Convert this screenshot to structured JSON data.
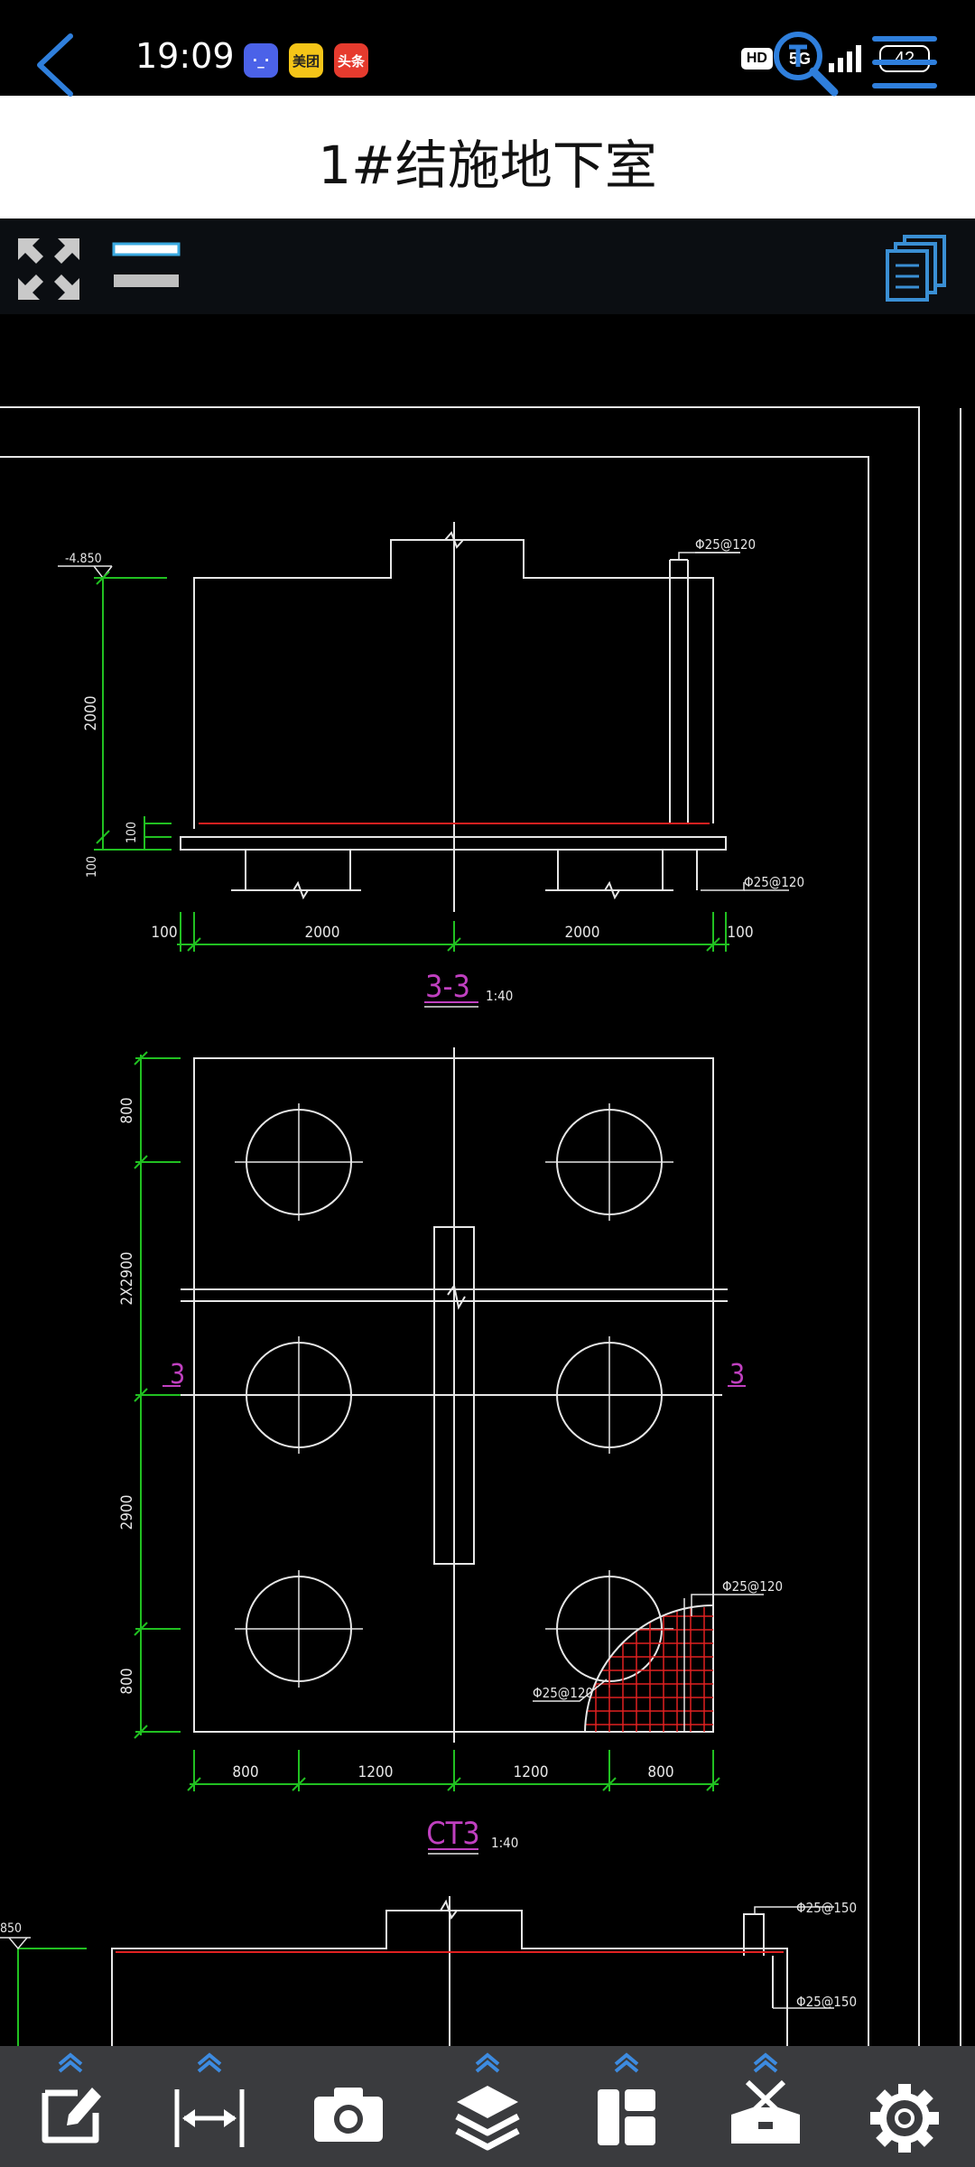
{
  "status_bar": {
    "time": "19:09",
    "app_badges": [
      "·_·",
      "美团",
      "头条"
    ],
    "hd": "HD",
    "network": "5G",
    "battery": "42"
  },
  "header": {
    "title": "1#结施地下室"
  },
  "colors": {
    "accent": "#2f7fdc",
    "dim_green": "#21c021",
    "rebar_red": "#e02020",
    "label_magenta": "#c040c0",
    "line_white": "#e6e6e6"
  },
  "drawing": {
    "section": {
      "elevation": "-4.850",
      "height_dim": "2000",
      "dim_100_a": "100",
      "dim_100_b": "100",
      "bottom_dims": [
        "100",
        "2000",
        "2000",
        "100"
      ],
      "rebar_top": "Φ25@120",
      "rebar_side": "Φ25@120",
      "title": "3-3",
      "scale": "1:40"
    },
    "plan": {
      "left_dims": [
        "800",
        "2X2900",
        "2900",
        "800"
      ],
      "bottom_dims": [
        "800",
        "1200",
        "1200",
        "800"
      ],
      "section_mark_left": "3",
      "section_mark_right": "3",
      "rebar_a": "Φ25@120",
      "rebar_b": "Φ25@120",
      "title": "CT3",
      "scale": "1:40"
    },
    "lower": {
      "elevation_partial": "850",
      "rebar_a": "Φ25@150",
      "rebar_b": "Φ25@150"
    }
  },
  "bottom_tools": [
    "edit-tool",
    "measure-tool",
    "camera-tool",
    "layers-tool",
    "layout-tool",
    "toolbox-tool",
    "settings-tool"
  ]
}
